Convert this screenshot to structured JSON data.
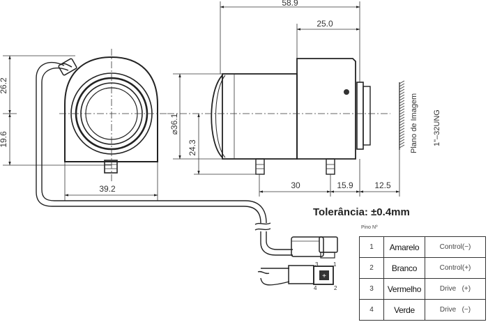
{
  "dimensions": {
    "total_length": "58.9",
    "rear_length": "25.0",
    "front_height_top": "26.2",
    "front_height_bottom": "19.6",
    "front_width": "39.2",
    "body_diameter": "⌀36.1",
    "height_24": "24.3",
    "pin_spacing": "30",
    "pin_to_flange": "15.9",
    "back_focus": "12.5"
  },
  "labels": {
    "image_plane": "Plano de Imagem",
    "thread": "1\"–32UNG",
    "tolerance": "Tolerância: ±0.4mm",
    "pin_header": "Pino Nº",
    "connector_pins": [
      "1",
      "2",
      "3",
      "4"
    ]
  },
  "pins": [
    {
      "num": "1",
      "color": "Amarelo",
      "function": "Control(−)"
    },
    {
      "num": "2",
      "color": "Branco",
      "function": "Control(+)"
    },
    {
      "num": "3",
      "color": "Vermelho",
      "function": "Drive   (+)"
    },
    {
      "num": "4",
      "color": "Verde",
      "function": "Drive   (−)"
    }
  ]
}
